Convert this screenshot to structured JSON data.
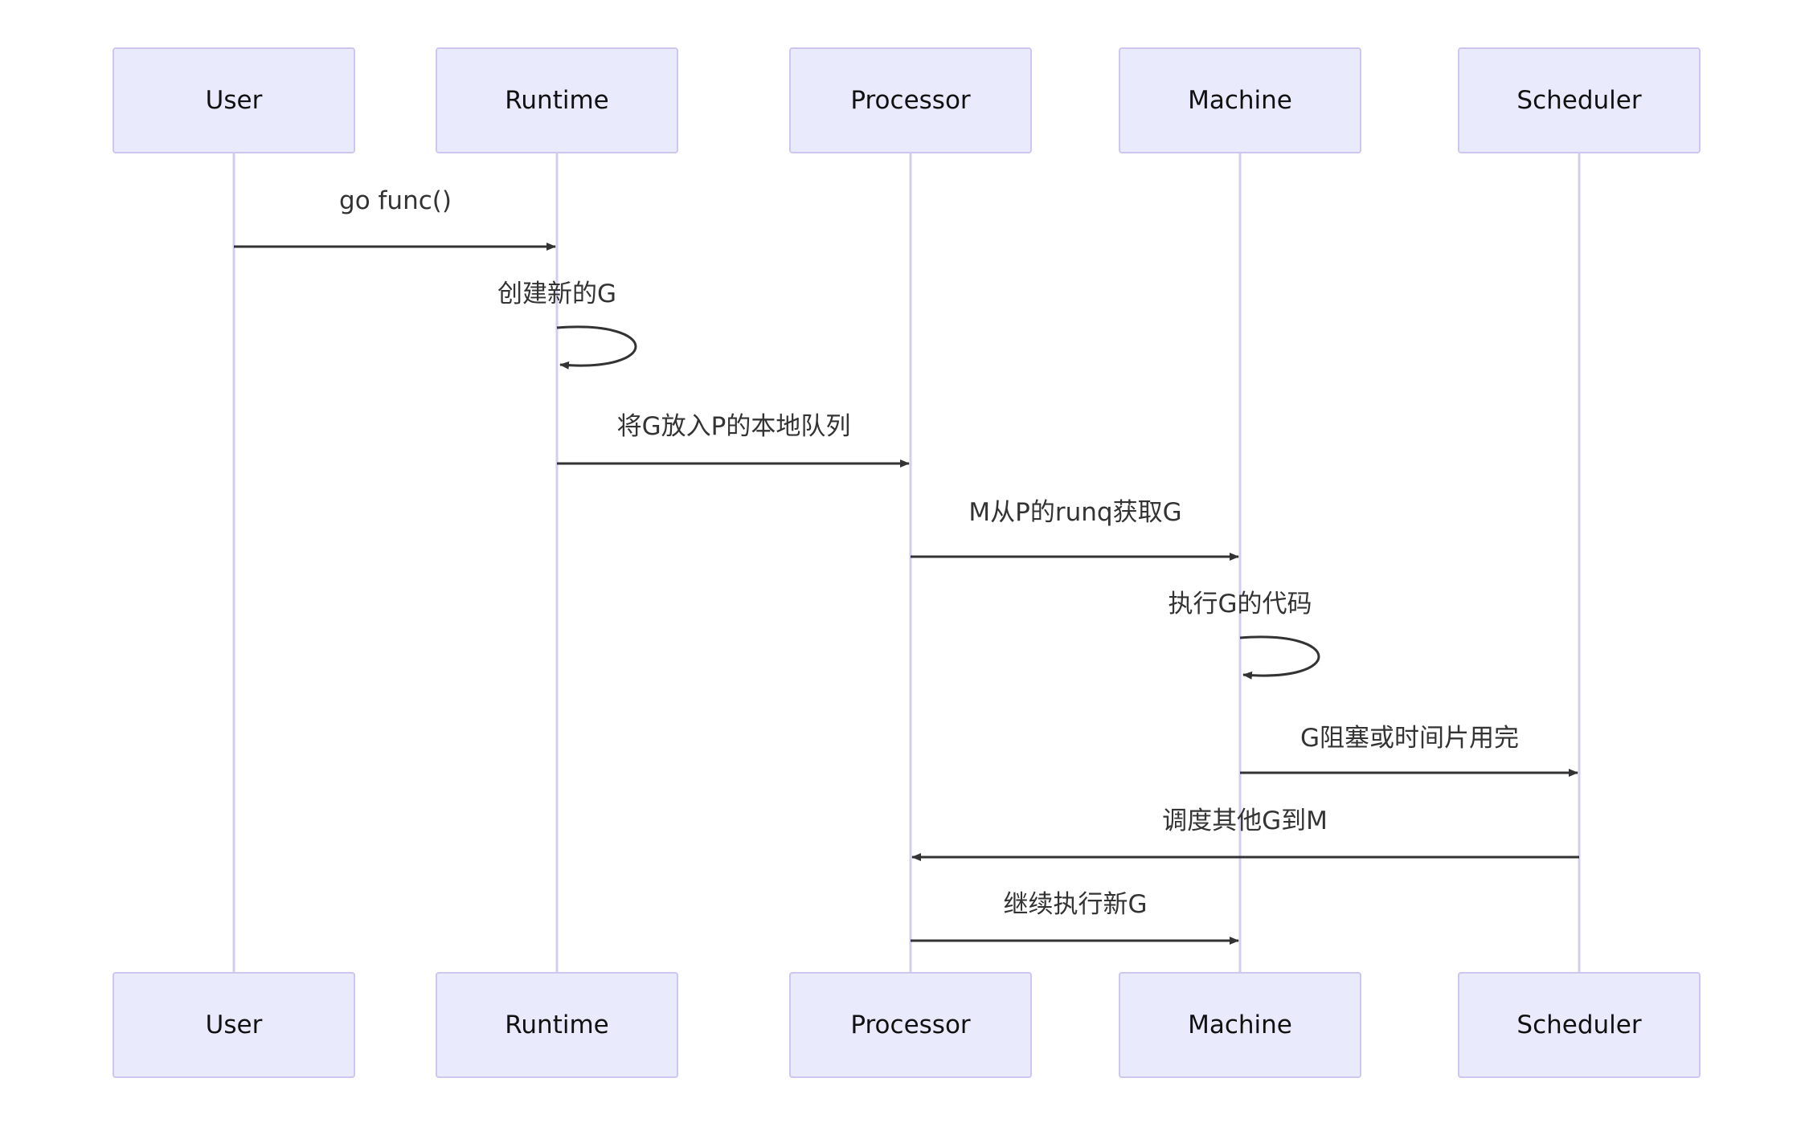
{
  "actors": [
    {
      "id": "user",
      "label": "User"
    },
    {
      "id": "runtime",
      "label": "Runtime"
    },
    {
      "id": "processor",
      "label": "Processor"
    },
    {
      "id": "machine",
      "label": "Machine"
    },
    {
      "id": "scheduler",
      "label": "Scheduler"
    }
  ],
  "messages": [
    {
      "from": "user",
      "to": "runtime",
      "label": "go func()"
    },
    {
      "from": "runtime",
      "to": "runtime",
      "label": "创建新的G"
    },
    {
      "from": "runtime",
      "to": "processor",
      "label": "将G放入P的本地队列"
    },
    {
      "from": "processor",
      "to": "machine",
      "label": "M从P的runq获取G"
    },
    {
      "from": "machine",
      "to": "machine",
      "label": "执行G的代码"
    },
    {
      "from": "machine",
      "to": "scheduler",
      "label": "G阻塞或时间片用完"
    },
    {
      "from": "scheduler",
      "to": "processor",
      "label": "调度其他G到M"
    },
    {
      "from": "processor",
      "to": "machine",
      "label": "继续执行新G"
    }
  ],
  "colors": {
    "actor_fill": "#eaeafd",
    "actor_stroke": "#cfc6f0",
    "lifeline": "#d4cdf2",
    "arrow": "#333333"
  }
}
